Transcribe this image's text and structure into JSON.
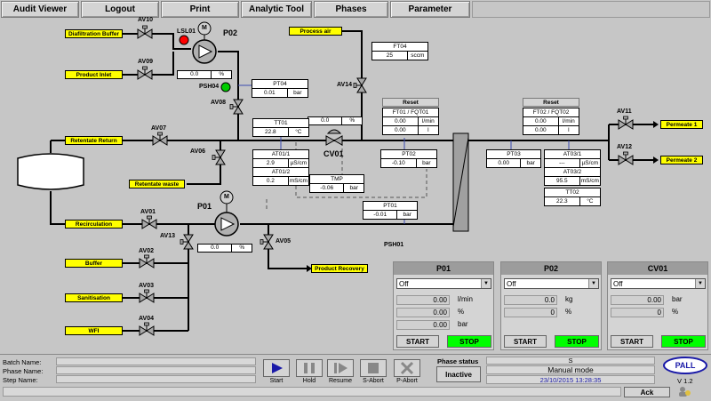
{
  "toolbar": {
    "audit": "Audit Viewer",
    "logout": "Logout",
    "print": "Print",
    "analytic": "Analytic Tool",
    "phases": "Phases",
    "parameter": "Parameter"
  },
  "lines": {
    "diafiltration": "Diafiltration Buffer",
    "product_inlet": "Product Inlet",
    "process_air": "Process air",
    "retentate_return": "Retentate Return",
    "retentate_waste": "Retentate waste",
    "recirculation": "Recirculation",
    "buffer": "Buffer",
    "sanitisation": "Sanitisation",
    "wfi": "WFI",
    "product_recovery": "Product Recovery",
    "permeate1": "Permeate 1",
    "permeate2": "Permeate 2"
  },
  "valves": {
    "av10": "AV10",
    "av09": "AV09",
    "av08": "AV08",
    "av07": "AV07",
    "av06": "AV06",
    "av01": "AV01",
    "av13": "AV13",
    "av02": "AV02",
    "av03": "AV03",
    "av04": "AV04",
    "av05": "AV05",
    "av14": "AV14",
    "av11": "AV11",
    "av12": "AV12",
    "cv01": "CV01"
  },
  "tags": {
    "lsl01": "LSL01",
    "p02": "P02",
    "psh04": "PSH04",
    "p01": "P01",
    "psh01": "PSH01",
    "m": "M"
  },
  "pump_p02": {
    "value": "0.0",
    "unit": "%"
  },
  "pump_p01": {
    "value": "0.0",
    "unit": "%"
  },
  "cv01_box": {
    "value": "0.0",
    "unit": "%"
  },
  "instruments": {
    "ft04": {
      "name": "FT04",
      "value": "25",
      "unit": "sccm"
    },
    "pt04": {
      "name": "PT04",
      "value": "0.01",
      "unit": "bar"
    },
    "tt01": {
      "name": "TT01",
      "value": "22.8",
      "unit": "°C"
    },
    "at01_1": {
      "name": "AT01/1",
      "value": "2.9",
      "unit": "µS/cm"
    },
    "at01_2": {
      "name": "AT01/2",
      "value": "0.2",
      "unit": "mS/cm"
    },
    "tmp": {
      "name": "TMP",
      "value": "-0.06",
      "unit": "bar"
    },
    "pt01": {
      "name": "PT01",
      "value": "-0.01",
      "unit": "bar"
    },
    "pt02": {
      "name": "PT02",
      "value": "-0.10",
      "unit": "bar"
    },
    "pt03": {
      "name": "PT03",
      "value": "0.00",
      "unit": "bar"
    },
    "at03_1": {
      "name": "AT03/1",
      "value": "---",
      "unit": "µS/cm"
    },
    "at03_2": {
      "name": "AT03/2",
      "value": "95.5",
      "unit": "mS/cm"
    },
    "tt02": {
      "name": "TT02",
      "value": "22.3",
      "unit": "°C"
    },
    "ft01": {
      "reset": "Reset",
      "name": "FT01 / FQT01",
      "v1": "0.00",
      "u1": "l/min",
      "v2": "0.00",
      "u2": "l"
    },
    "ft02": {
      "reset": "Reset",
      "name": "FT02 / FQT02",
      "v1": "0.00",
      "u1": "l/min",
      "v2": "0.00",
      "u2": "l"
    }
  },
  "panels": [
    {
      "title": "P01",
      "mode": "Off",
      "vals": [
        "0.00",
        "0.00",
        "0.00"
      ],
      "units": [
        "l/min",
        "%",
        "bar"
      ],
      "start": "START",
      "stop": "STOP"
    },
    {
      "title": "P02",
      "mode": "Off",
      "vals": [
        "0.0",
        "0"
      ],
      "units": [
        "kg",
        "%"
      ],
      "start": "START",
      "stop": "STOP"
    },
    {
      "title": "CV01",
      "mode": "Off",
      "vals": [
        "0.00",
        "0"
      ],
      "units": [
        "bar",
        "%"
      ],
      "start": "START",
      "stop": "STOP"
    }
  ],
  "status": {
    "batch_label": "Batch Name:",
    "phase_label": "Phase Name:",
    "step_label": "Step Name:",
    "phase_status_label": "Phase status",
    "phase_status": "Inactive",
    "s": "S",
    "mode": "Manual mode",
    "datetime": "23/10/2015 13:28:35",
    "ack": "Ack",
    "version": "V 1.2",
    "logo": "PALL",
    "controls": [
      "Start",
      "Hold",
      "Resume",
      "S-Abort",
      "P-Abort"
    ]
  },
  "colors": {
    "label": "#ffff00",
    "stop": "#00ff00",
    "lsl": "#ff0000",
    "psh": "#00cc00",
    "start_icon": "#1a1aa8"
  }
}
